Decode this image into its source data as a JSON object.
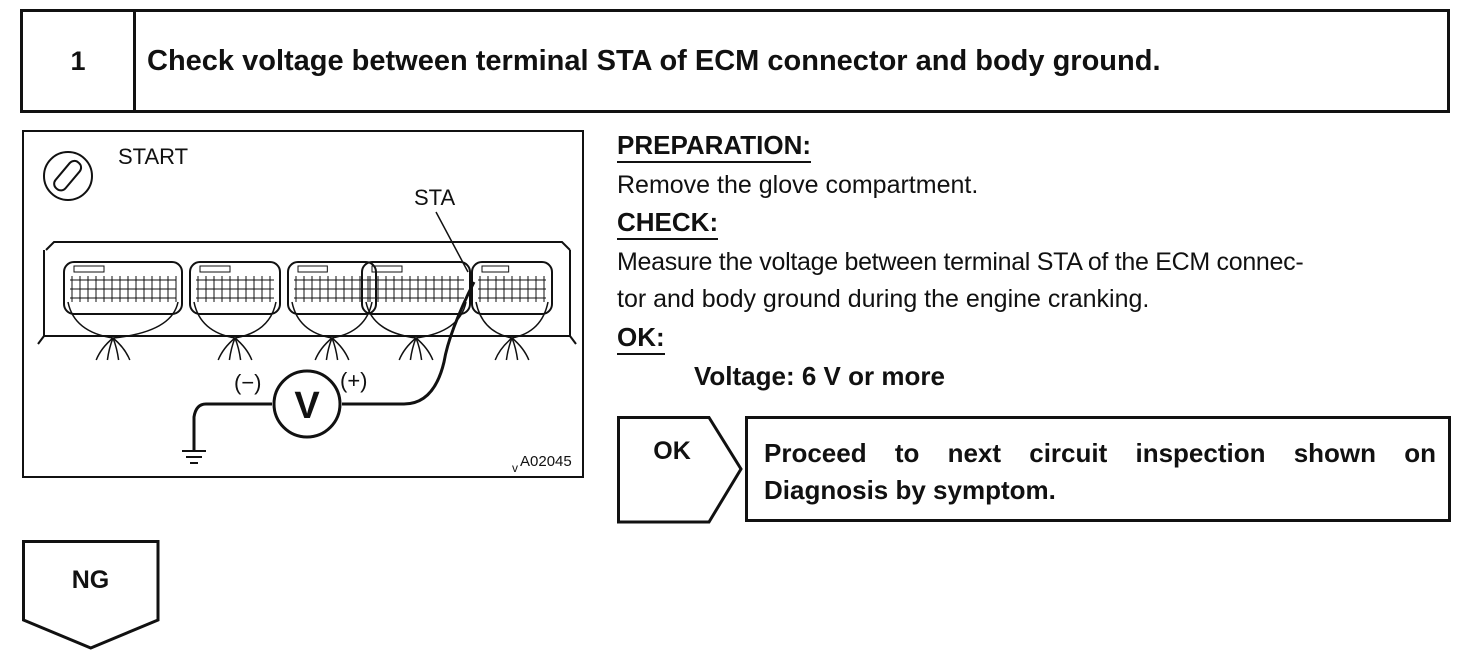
{
  "step": {
    "number": "1",
    "title": "Check voltage between terminal STA of ECM connector and body ground."
  },
  "figure": {
    "switch_label": "START",
    "terminal_label": "STA",
    "meter_symbol": "V",
    "negative_lead_label": "(−)",
    "positive_lead_label": "(+)",
    "figure_code_prefix": "v",
    "figure_code": "A02045",
    "icons": [
      "ignition-start-icon",
      "voltmeter-icon",
      "ground-icon"
    ]
  },
  "preparation": {
    "heading": "PREPARATION:",
    "text": "Remove the glove compartment."
  },
  "check": {
    "heading": "CHECK:",
    "line1": "Measure the voltage between terminal STA of the ECM connec-",
    "line2": "tor and body ground during the engine cranking."
  },
  "ok_spec": {
    "heading": "OK:",
    "value": "Voltage: 6 V or more"
  },
  "ok_result": {
    "tag": "OK",
    "text": "Proceed to next circuit inspection shown on Diagnosis by symptom."
  },
  "ng_result": {
    "tag": "NG"
  }
}
